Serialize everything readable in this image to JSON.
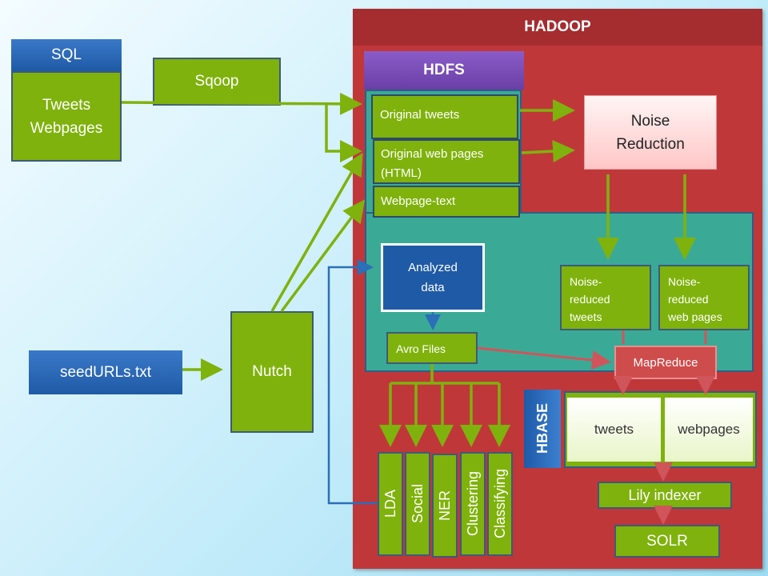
{
  "hadoop": {
    "title": "HADOOP"
  },
  "hdfs": {
    "title": "HDFS"
  },
  "sql": {
    "label": "SQL",
    "content_line1": "Tweets",
    "content_line2": "Webpages"
  },
  "sqoop": {
    "label": "Sqoop"
  },
  "seed": {
    "label": "seedURLs.txt"
  },
  "nutch": {
    "label": "Nutch"
  },
  "hdfs_items": {
    "original_tweets": "Original tweets",
    "original_web_pages_line1": "Original web pages",
    "original_web_pages_line2": "(HTML)",
    "webpage_text": "Webpage-text"
  },
  "noise_reduction": {
    "line1": "Noise",
    "line2": "Reduction"
  },
  "analyzed": {
    "line1": "Analyzed",
    "line2": "data"
  },
  "avro": {
    "label": "Avro Files"
  },
  "noise_reduced_tweets": {
    "line1": "Noise-",
    "line2": "reduced",
    "line3": "tweets"
  },
  "noise_reduced_webpages": {
    "line1": "Noise-",
    "line2": "reduced",
    "line3": "web pages"
  },
  "mapreduce": {
    "label": "MapReduce"
  },
  "hbase": {
    "label": "HBASE",
    "tweets": "tweets",
    "webpages": "webpages"
  },
  "lily": {
    "label": "Lily indexer"
  },
  "solr": {
    "label": "SOLR"
  },
  "analysis": {
    "lda": "LDA",
    "social": "Social",
    "ner": "NER",
    "clustering": "Clustering",
    "classifying": "Classifying"
  },
  "colors": {
    "green": "#7fb20c",
    "hadoop_red": "#c0373a",
    "teal": "#3aaa96",
    "blue": "#1f5aa6",
    "purple": "#6a3fa6",
    "arrow_green": "#7fb20c",
    "arrow_red": "#d0555a",
    "arrow_blue": "#2a6fb8"
  }
}
